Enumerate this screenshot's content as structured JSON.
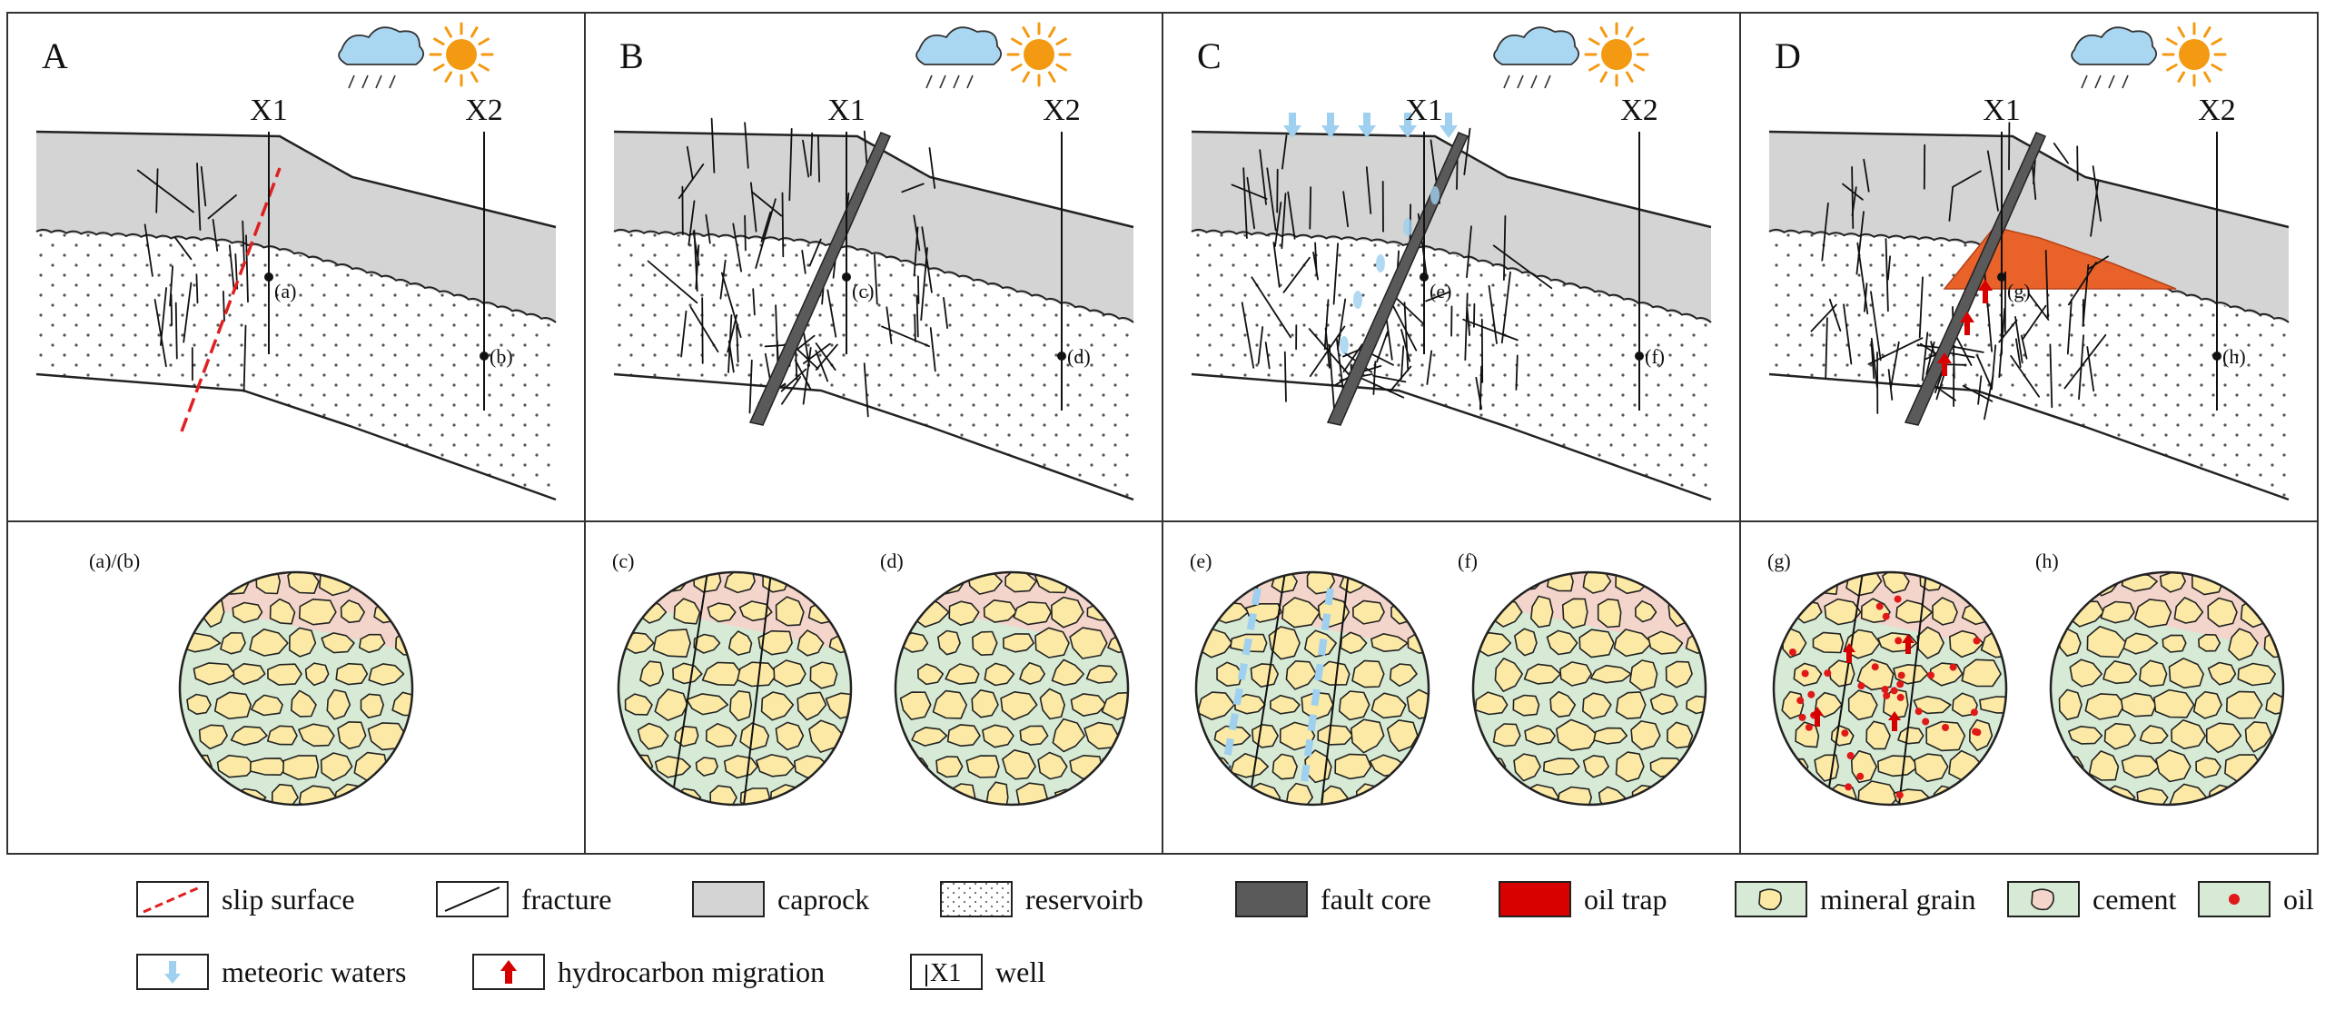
{
  "panels": [
    {
      "letter": "A",
      "wells": [
        "X1",
        "X2"
      ],
      "points": [
        "(a)",
        "(b)"
      ],
      "thin_labels": [
        "(a)/(b)"
      ]
    },
    {
      "letter": "B",
      "wells": [
        "X1",
        "X2"
      ],
      "points": [
        "(c)",
        "(d)"
      ],
      "thin_labels": [
        "(c)",
        "(d)"
      ]
    },
    {
      "letter": "C",
      "wells": [
        "X1",
        "X2"
      ],
      "points": [
        "(e)",
        "(f)"
      ],
      "thin_labels": [
        "(e)",
        "(f)"
      ]
    },
    {
      "letter": "D",
      "wells": [
        "X1",
        "X2"
      ],
      "points": [
        "(g)",
        "(h)"
      ],
      "thin_labels": [
        "(g)",
        "(h)"
      ]
    }
  ],
  "legend": [
    {
      "key": "slip",
      "label": "slip surface"
    },
    {
      "key": "fracture",
      "label": "fracture"
    },
    {
      "key": "caprock",
      "label": "caprock"
    },
    {
      "key": "reservoir",
      "label": "reservoirb"
    },
    {
      "key": "faultcore",
      "label": "fault core"
    },
    {
      "key": "oiltrap",
      "label": "oil trap"
    },
    {
      "key": "grain",
      "label": "mineral grain"
    },
    {
      "key": "cement",
      "label": "cement"
    },
    {
      "key": "oil",
      "label": "oil"
    },
    {
      "key": "meteoric",
      "label": "meteoric waters"
    },
    {
      "key": "migration",
      "label": "hydrocarbon migration"
    },
    {
      "key": "well",
      "label": "well",
      "icon_text": "X1"
    }
  ],
  "colors": {
    "caprock": "#d4d4d4",
    "fault_core": "#5a5a5a",
    "slip_surface": "#e02020",
    "oil_trap": "#d90000",
    "oil_fill": "#e8622a",
    "mineral_grain": "#fbe9a5",
    "cement_green": "#d6ead6",
    "cement_pink": "#f3d5cc",
    "meteoric": "#9fd0ef",
    "sun": "#f39a12",
    "cloud": "#a9d6f1"
  }
}
